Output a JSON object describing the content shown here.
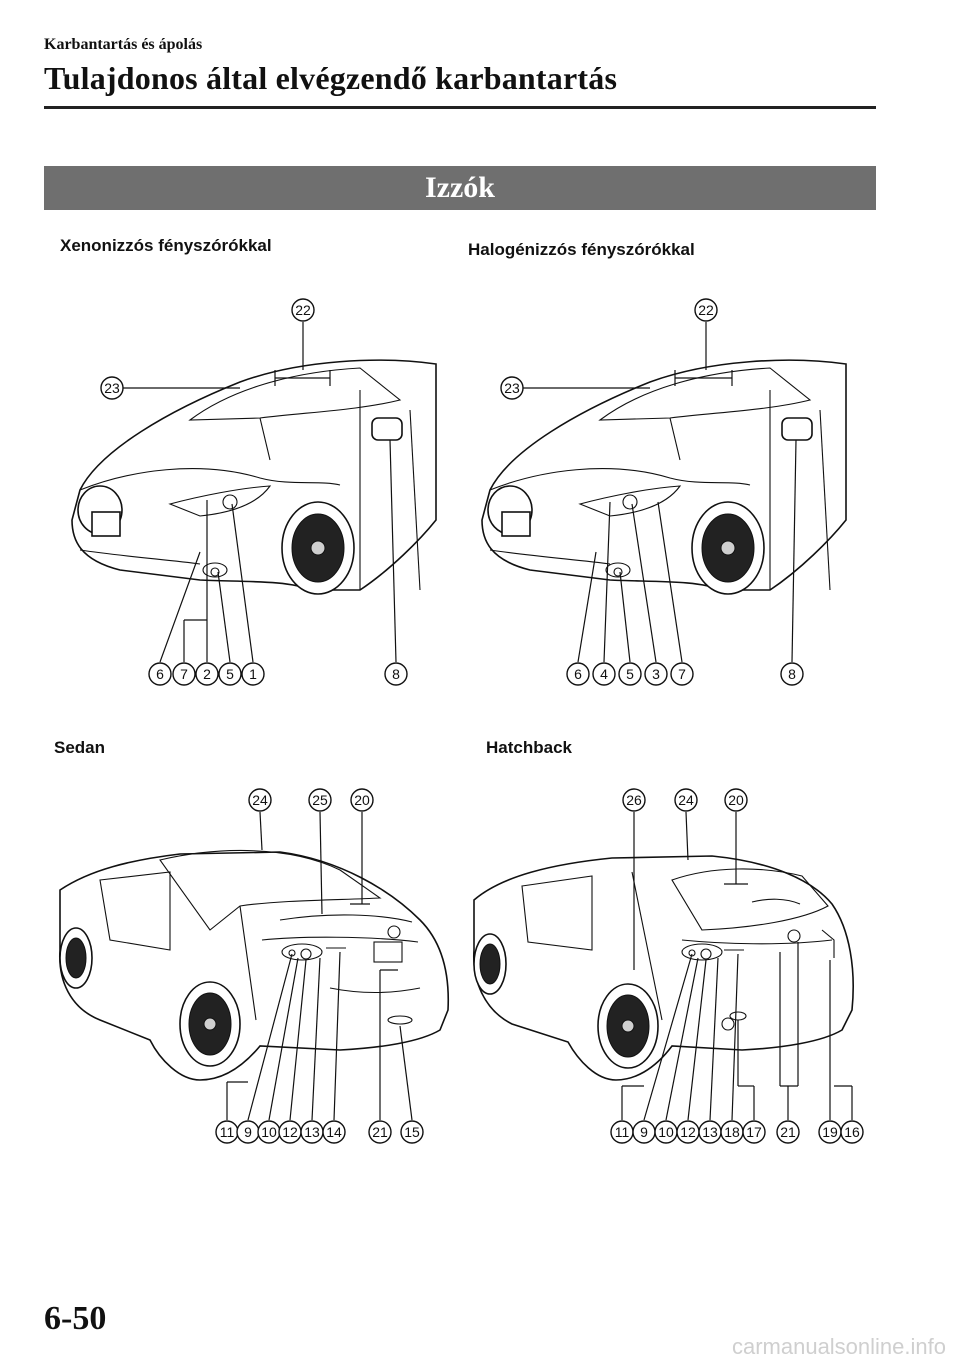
{
  "header": {
    "breadcrumb": "Karbantartás és ápolás",
    "title": "Tulajdonos által elvégzendő karbantartás"
  },
  "section": {
    "title": "Izzók"
  },
  "figures": {
    "front_xenon": {
      "label": "Xenonizzós fényszórókkal",
      "callouts_top": [
        "22",
        "23"
      ],
      "callouts_bottom": [
        "6",
        "7",
        "2",
        "5",
        "1",
        "8"
      ]
    },
    "front_halogen": {
      "label": "Halogénizzós fényszórókkal",
      "callouts_top": [
        "22",
        "23"
      ],
      "callouts_bottom": [
        "6",
        "4",
        "5",
        "3",
        "7",
        "8"
      ]
    },
    "rear_sedan": {
      "label": "Sedan",
      "callouts_top": [
        "24",
        "25",
        "20"
      ],
      "callouts_bottom": [
        "11",
        "9",
        "10",
        "12",
        "13",
        "14",
        "21",
        "15"
      ]
    },
    "rear_hatchback": {
      "label": "Hatchback",
      "callouts_top": [
        "26",
        "24",
        "20"
      ],
      "callouts_bottom": [
        "11",
        "9",
        "10",
        "12",
        "13",
        "18",
        "17",
        "21",
        "19",
        "16"
      ]
    }
  },
  "footer": {
    "page_number": "6-50",
    "watermark": "carmanualsonline.info"
  }
}
